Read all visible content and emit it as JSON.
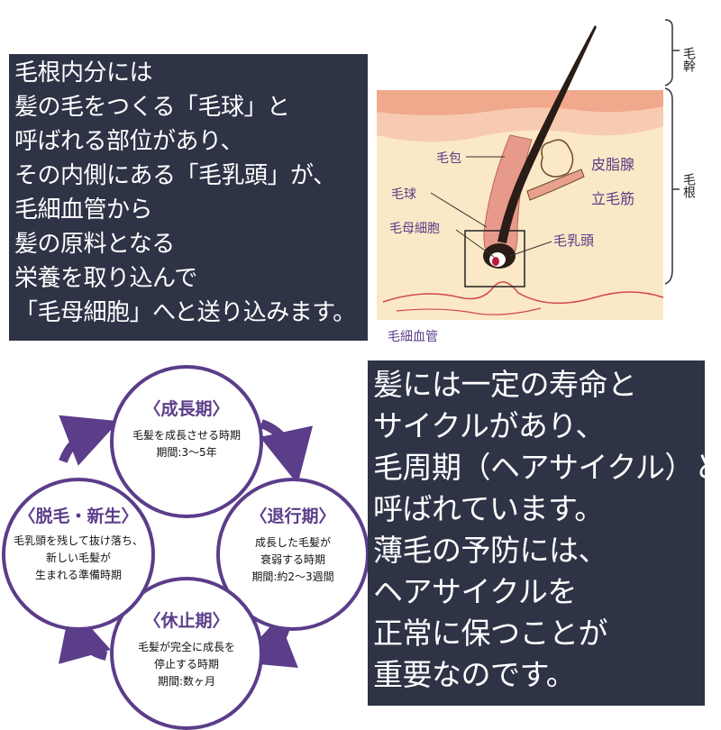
{
  "intro_text": [
    "毛根内分には",
    "髪の毛をつくる「毛球」と",
    "呼ばれる部位があり、",
    "その内側にある「毛乳頭」が、",
    "毛細血管から",
    "髪の原料となる",
    "栄養を取り込んで",
    "「毛母細胞」へと送り込みます。"
  ],
  "diagram": {
    "side_labels": {
      "shaft": "毛幹",
      "root": "毛根"
    },
    "labels": {
      "follicle": "毛包",
      "bulb": "毛球",
      "matrix_cells": "毛母細胞",
      "sebaceous_gland": "皮脂腺",
      "arrector_pili": "立毛筋",
      "papilla": "毛乳頭",
      "capillary": "毛細血管"
    }
  },
  "cycle": {
    "phases": [
      {
        "title": "〈成長期〉",
        "lines": [
          "毛髪を成長させる時期",
          "期間:3〜5年"
        ]
      },
      {
        "title": "〈退行期〉",
        "lines": [
          "成長した毛髪が",
          "衰弱する時期",
          "期間:約2〜3週間"
        ]
      },
      {
        "title": "〈休止期〉",
        "lines": [
          "毛髪が完全に成長を",
          "停止する時期",
          "期間:数ヶ月"
        ]
      },
      {
        "title": "〈脱毛・新生〉",
        "lines": [
          "毛乳頭を残して抜け落ち、",
          "新しい毛髪が",
          "生まれる準備時期"
        ]
      }
    ]
  },
  "cycle_text": [
    "髪には一定の寿命と",
    "サイクルがあり、",
    "毛周期（ヘアサイクル）と",
    "呼ばれています。",
    "薄毛の予防には、",
    "ヘアサイクルを",
    "正常に保つことが",
    "重要なのです。"
  ],
  "colors": {
    "box_bg": "#2e3346",
    "label_purple": "#5b3d8a",
    "skin_top": "#f0a98d",
    "skin_mid": "#f7cbb1",
    "dermis": "#fbe8c6",
    "capillary": "#d04a4a"
  }
}
